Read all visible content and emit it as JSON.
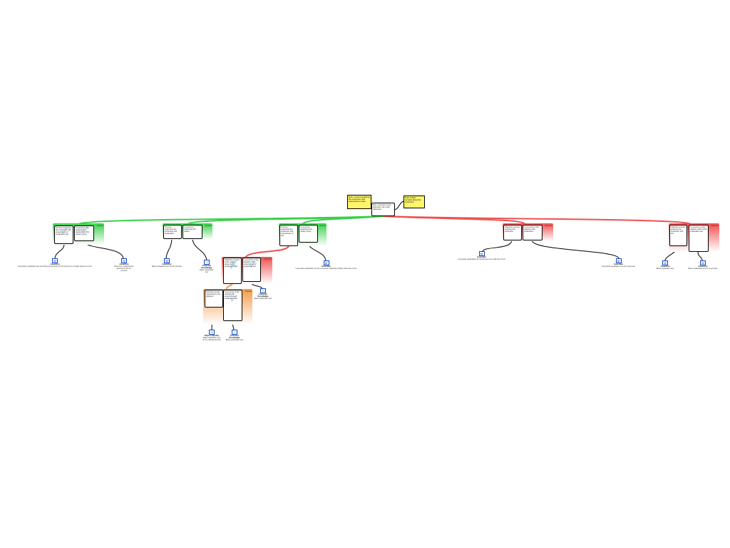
{
  "root": {
    "text": "Main contention of the argument map under discussion"
  },
  "notes": [
    {
      "text": "Note: context explaining the contention and assumptions made"
    },
    {
      "text": "Note: further remarks about the contention"
    }
  ],
  "colors": {
    "support": "#3ad04a",
    "oppose": "#f05050",
    "rebuttal": "#f59a4a"
  },
  "groups": [
    {
      "tag": "Reason",
      "boxes": [
        "Premise supporting the contention with several lines of explanation text",
        "Co-premise that supports the reasoning in this reason group"
      ],
      "bases": [
        {
          "label": "Assertion",
          "text": "Long basis explanation text describing the grounds for this premise in a single wide line of text"
        },
        {
          "label": "Assertion",
          "text": "Basis text explaining the grounds for the co-premise"
        }
      ]
    },
    {
      "tag": "Reason",
      "boxes": [
        "Premise supporting the contention with explanation",
        "Co-premise supporting this reason"
      ],
      "bases": [
        {
          "label": "Assertion",
          "text": "Basis explanation text for this premise"
        },
        {
          "label": "Common Knowledge",
          "text": "Basis explanation text"
        }
      ]
    },
    {
      "tag": "Reason",
      "boxes": [
        "Premise supporting the contention with several lines of text",
        "Co-premise supporting this reason group"
      ],
      "bases": [
        {
          "label": "Assertion",
          "text": "Long basis explanation for the co-premise spanning multiple wide lines of text"
        }
      ]
    },
    {
      "tag": "Objection",
      "boxes": [
        "Objection premise to the reason above with explanation text",
        "Co-premise of the objection with several lines of supporting text"
      ],
      "bases": [
        {
          "label": "Common Knowledge",
          "text": "Basis explanation text"
        }
      ]
    },
    {
      "tag": "Rebuttal",
      "boxes": [
        "Rebuttal premise responding to the objection",
        "Co-premise of the rebuttal with several lines of explanation text"
      ],
      "bases": [
        {
          "label": "Expert Opinion",
          "text": "Basis explanation text for the rebuttal premise"
        },
        {
          "label": "Common Knowledge",
          "text": "Basis explanation text"
        }
      ]
    },
    {
      "tag": "Objection",
      "boxes": [
        "Objection premise opposing the contention",
        "Co-premise of this objection with explanation"
      ],
      "bases": [
        {
          "label": "Assertion",
          "text": "Long basis explanation text spanning a very wide line of text"
        },
        {
          "label": "Assertion",
          "text": "Long basis explanation text for co-premise"
        }
      ]
    },
    {
      "tag": "Objection",
      "boxes": [
        "Objection premise opposing the contention with text",
        "Co-premise of this objection with further explanation text"
      ],
      "bases": [
        {
          "label": "Assertion",
          "text": "Basis explanation text"
        },
        {
          "label": "Assertion",
          "text": "Basis explanation text for co-premise"
        }
      ]
    }
  ]
}
